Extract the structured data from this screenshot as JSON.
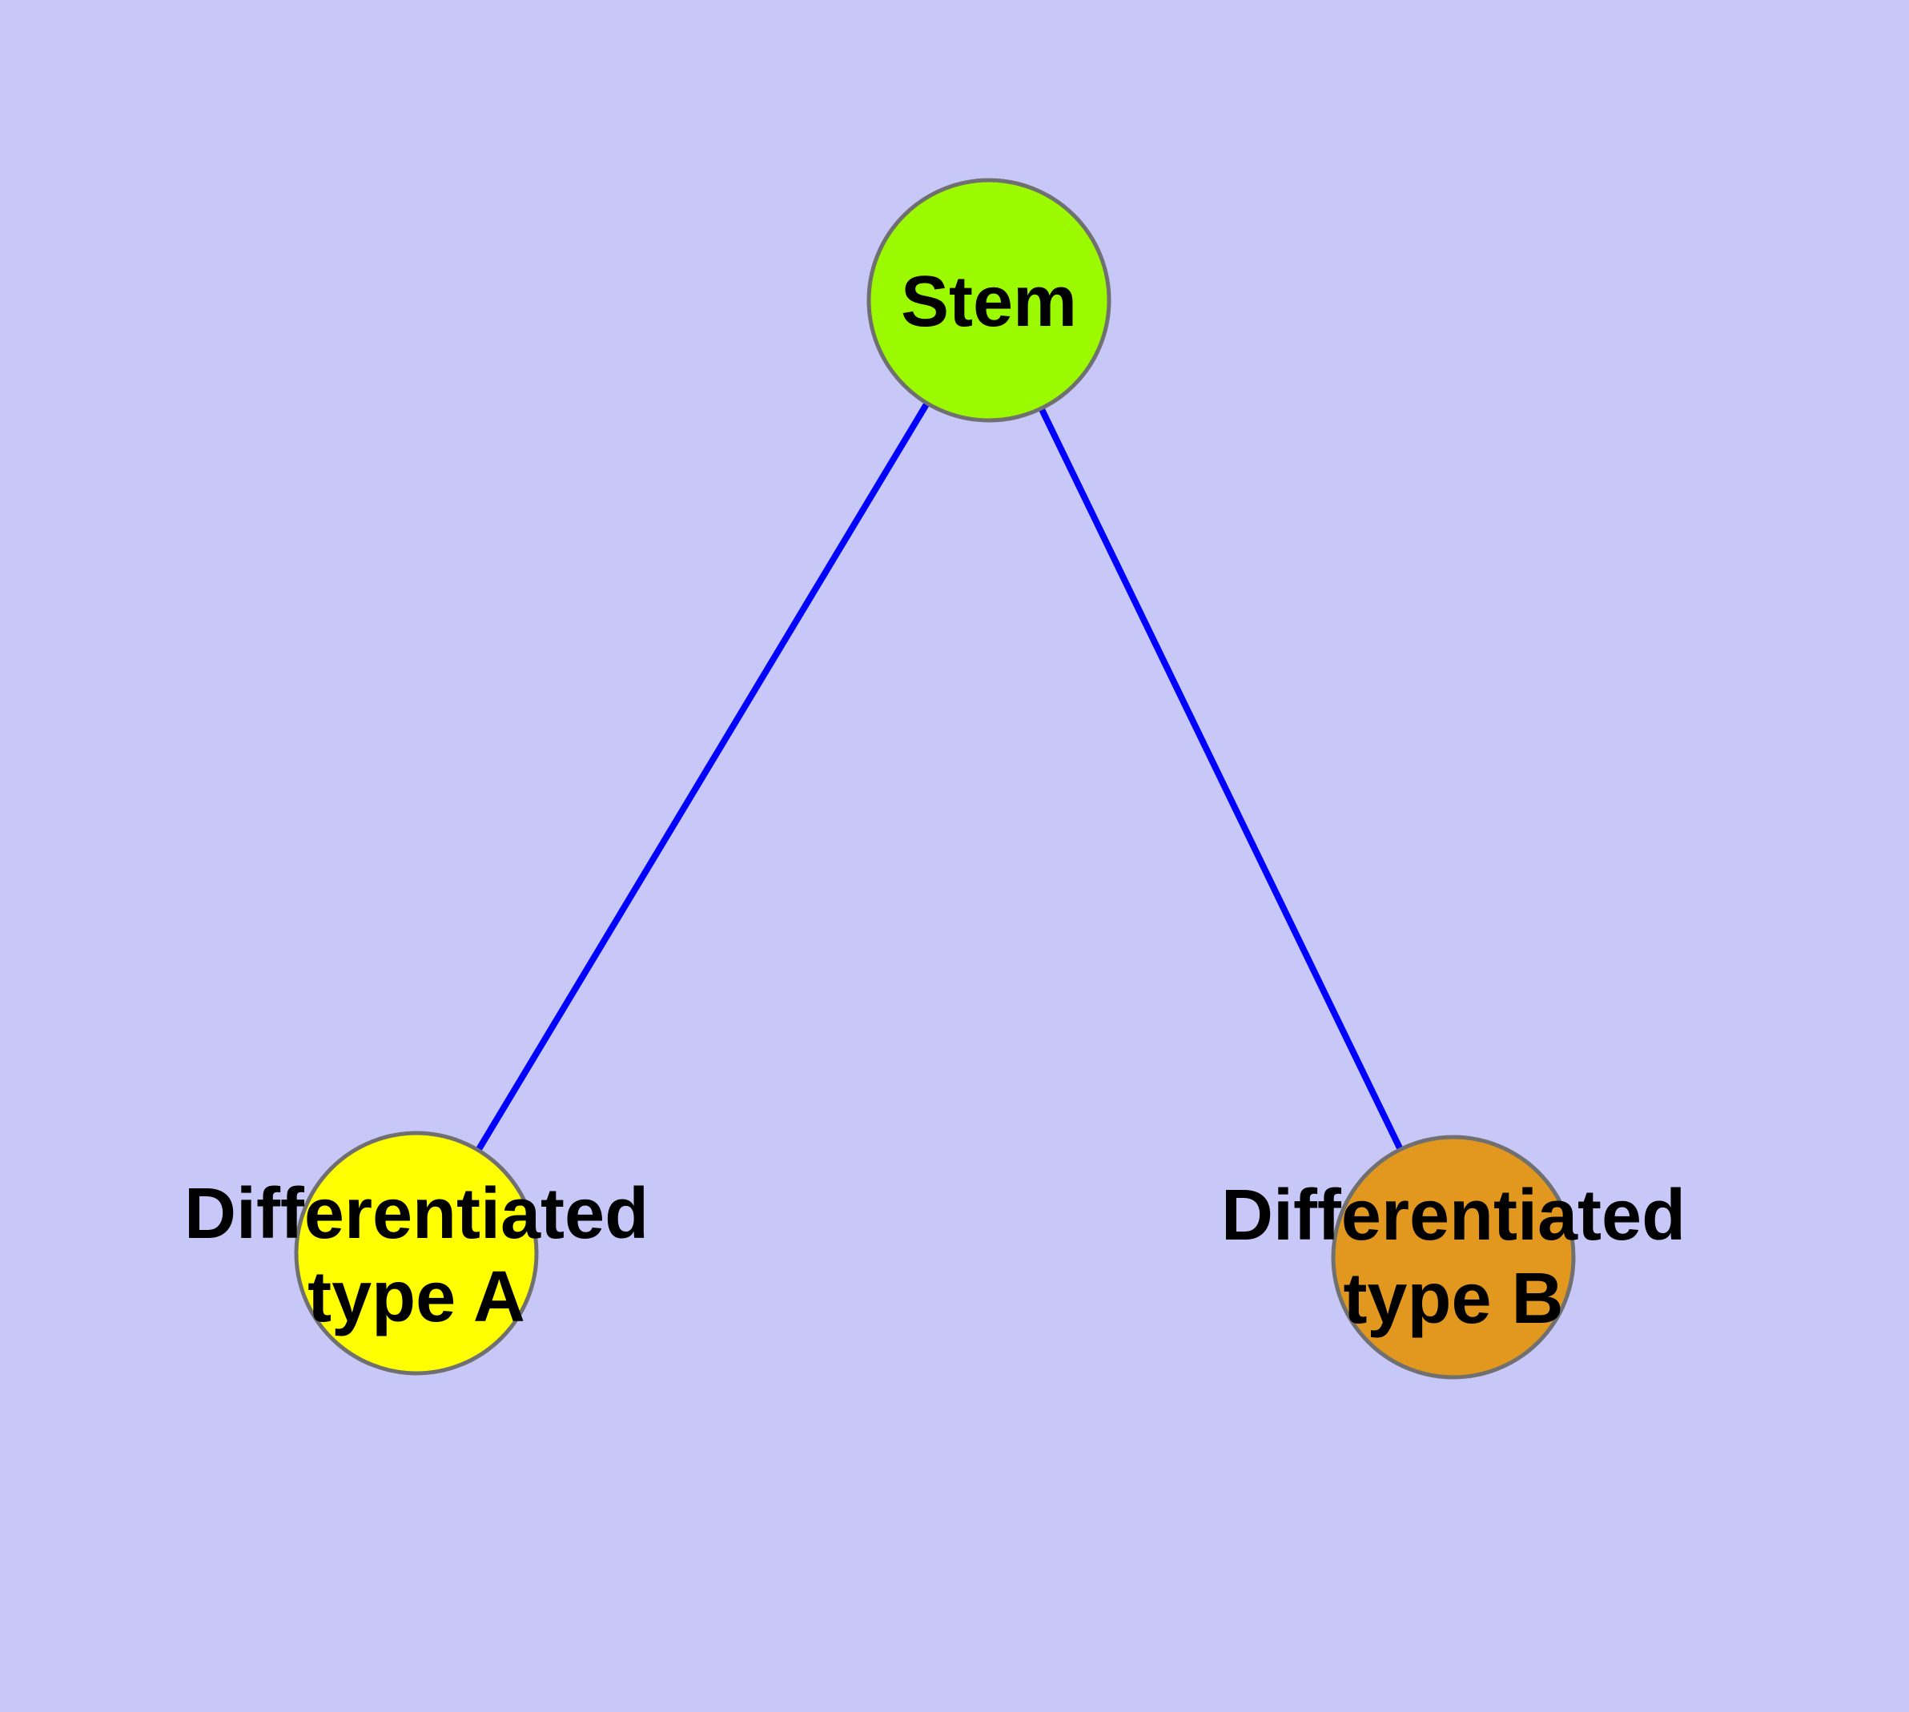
{
  "diagram": {
    "type": "node-link-graph",
    "background_color": "#c8c8f8",
    "edge_color": "#0000ff",
    "node_border_color": "#707070",
    "label_text_color": "#000000",
    "nodes": [
      {
        "id": "stem",
        "label": "Stem",
        "color": "#9bfa00",
        "shape": "circle"
      },
      {
        "id": "type-a",
        "label": "Differentiated\ntype A",
        "color": "#ffff00",
        "shape": "circle"
      },
      {
        "id": "type-b",
        "label": "Differentiated\ntype B",
        "color": "#e2971f",
        "shape": "circle"
      }
    ],
    "edges": [
      {
        "from": "Stem",
        "to": "Differentiated type A"
      },
      {
        "from": "Stem",
        "to": "Differentiated type B"
      }
    ]
  }
}
